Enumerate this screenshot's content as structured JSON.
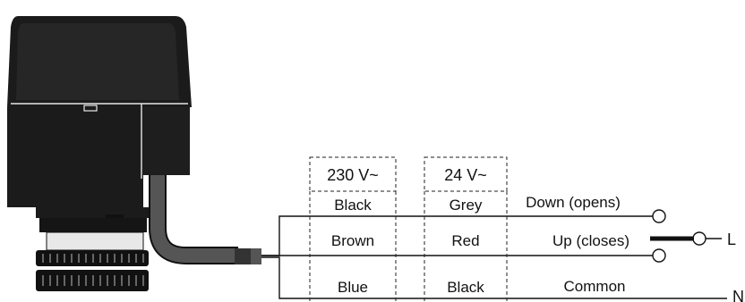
{
  "voltage_230": {
    "header": "230 V~",
    "down_wire": "Black",
    "up_wire": "Brown",
    "common_wire": "Blue"
  },
  "voltage_24": {
    "header": "24 V~",
    "down_wire": "Grey",
    "up_wire": "Red",
    "common_wire": "Black"
  },
  "functions": {
    "down": "Down (opens)",
    "up": "Up (closes)",
    "common": "Common"
  },
  "terminals": {
    "live": "L",
    "neutral": "N"
  },
  "colors": {
    "actuator_body": "#1b1b1b",
    "cable": "#555555",
    "line": "#111111"
  }
}
